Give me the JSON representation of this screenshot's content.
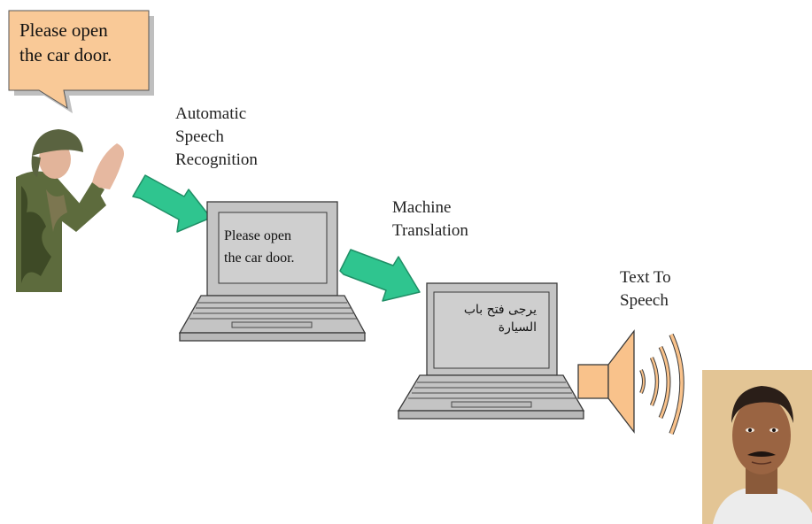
{
  "bubble": {
    "line1": "Please open",
    "line2": "the car door."
  },
  "labels": {
    "asr": [
      "Automatic",
      "Speech",
      "Recognition"
    ],
    "mt": [
      "Machine",
      "Translation"
    ],
    "tts": [
      "Text To",
      "Speech"
    ]
  },
  "laptop1": {
    "line1": "Please open",
    "line2": "the car door."
  },
  "laptop2": {
    "line1": "يرجى فتح باب",
    "line2": "السيارة"
  },
  "colors": {
    "bubble_fill": "#f9c997",
    "arrow_fill": "#2fc58f",
    "speaker_fill": "#f9c28b",
    "laptop_gray": "#c4c4c4"
  }
}
